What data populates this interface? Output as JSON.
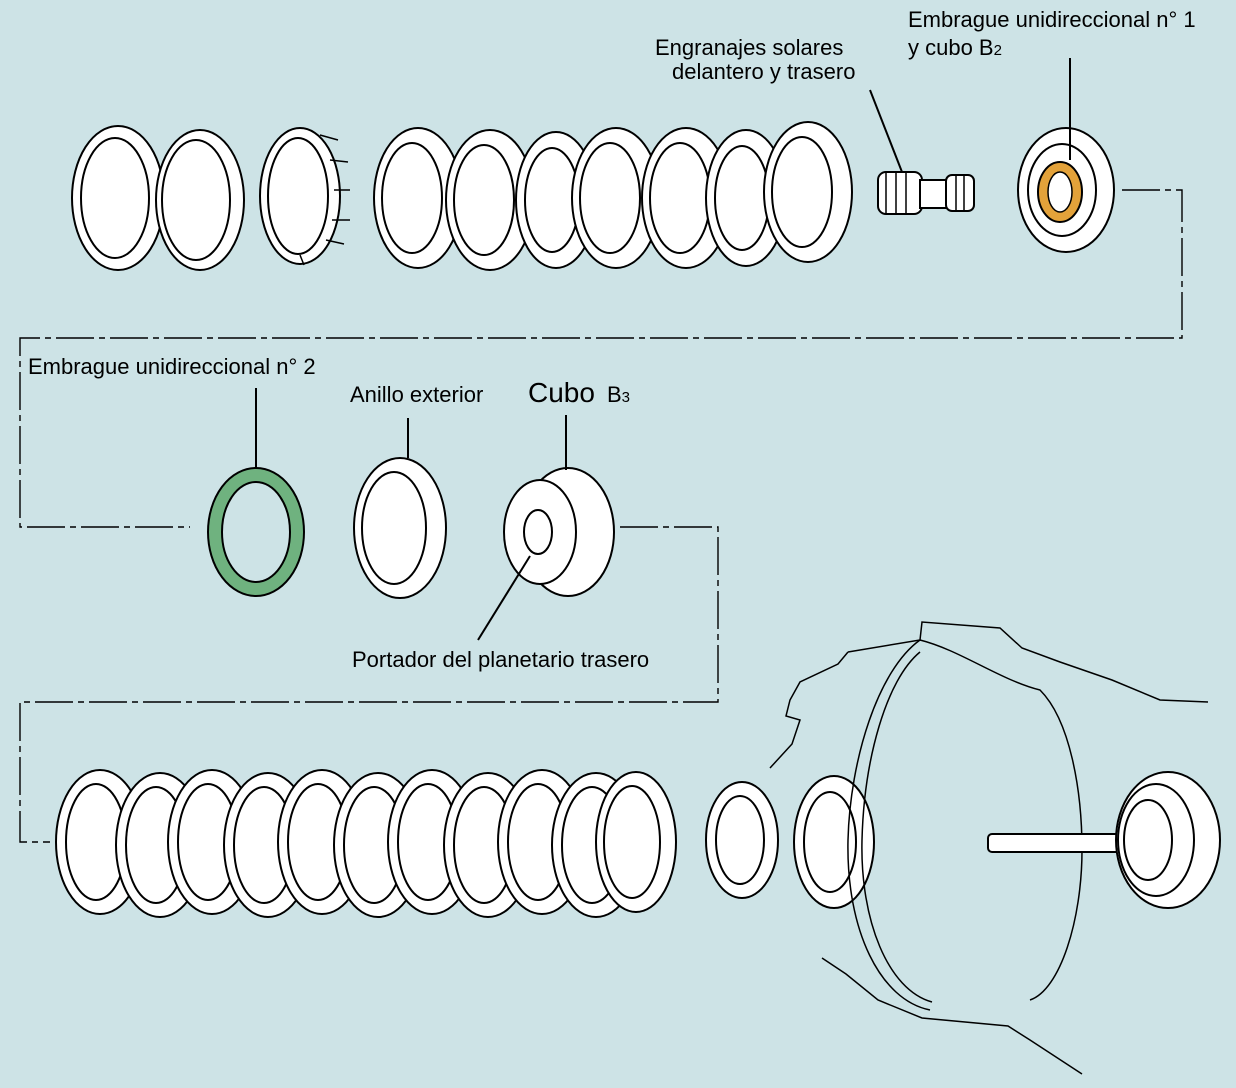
{
  "labels": {
    "one_way_clutch_1_line1": "Embrague unidireccional n° 1",
    "one_way_clutch_1_line2": "y cubo B",
    "one_way_clutch_1_sub": "2",
    "sun_gears_line1": "Engranajes solares",
    "sun_gears_line2": "delantero y trasero",
    "one_way_clutch_2": "Embrague unidireccional n° 2",
    "outer_race": "Anillo exterior",
    "hub_b3": "Cubo",
    "hub_b3_letter": "B",
    "hub_b3_sub": "3",
    "rear_planetary_carrier": "Portador del planetario trasero"
  },
  "colors": {
    "background": "#cde3e6",
    "one_way_clutch_1_highlight": "#e3a23a",
    "one_way_clutch_2_highlight": "#6fb27f",
    "line": "#000000",
    "part_fill": "#ffffff"
  }
}
